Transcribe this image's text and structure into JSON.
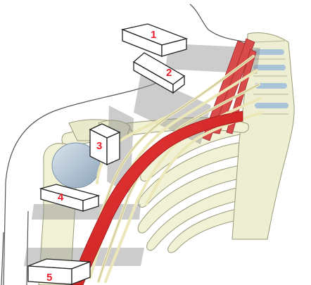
{
  "figure": {
    "labels": [
      "1",
      "2",
      "3",
      "4",
      "5"
    ]
  },
  "colors": {
    "bone": "#f1f1d6",
    "bone_shadow": "#d8d9b4",
    "nerve": "#ece7b8",
    "artery": "#d82424",
    "muscle": "#d94a4a",
    "humeral_head": "#b7c7d6",
    "disc": "#a9c3d9",
    "plane": "#8f8f8f",
    "outline": "#555555",
    "label": "#e8202a"
  },
  "icons": [
    "box-marker"
  ]
}
